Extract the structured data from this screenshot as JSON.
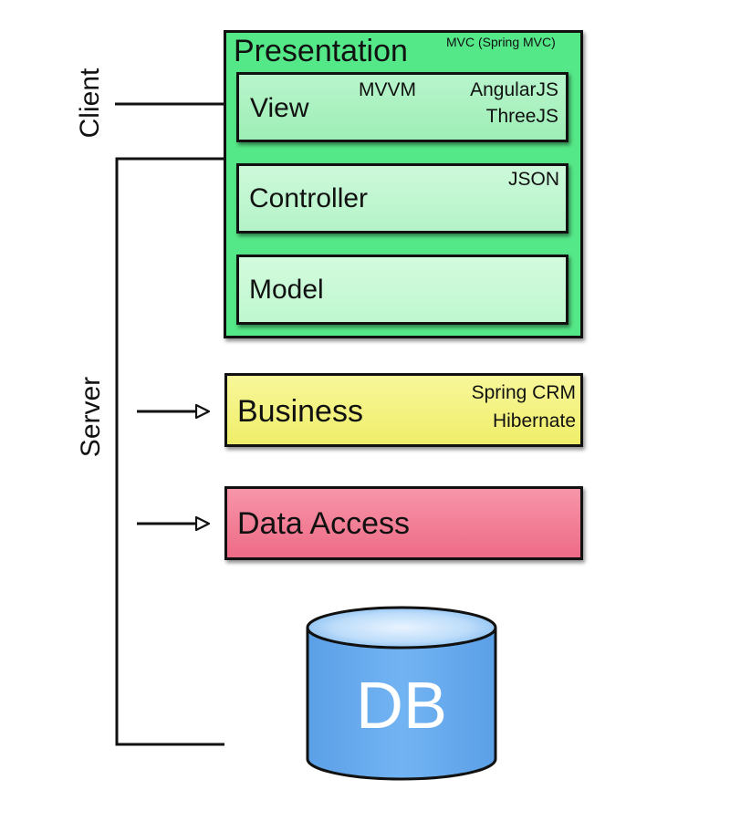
{
  "side_labels": {
    "client": "Client",
    "server": "Server"
  },
  "presentation": {
    "title": "Presentation",
    "tag": "MVC (Spring MVC)",
    "color": "#55e888"
  },
  "view": {
    "label": "View",
    "pattern": "MVVM",
    "tech_1": "AngularJS",
    "tech_2": "ThreeJS",
    "color": "#a9f2c0"
  },
  "controller": {
    "label": "Controller",
    "tech": "JSON",
    "color": "#c2f7d2"
  },
  "model": {
    "label": "Model",
    "color": "#c8fad6"
  },
  "business": {
    "label": "Business",
    "tech_1": "Spring CRM",
    "tech_2": "Hibernate",
    "color": "#f3f27a"
  },
  "data_access": {
    "label": "Data Access",
    "color": "#f27a92"
  },
  "database": {
    "label": "DB",
    "color": "#6aaef0"
  }
}
